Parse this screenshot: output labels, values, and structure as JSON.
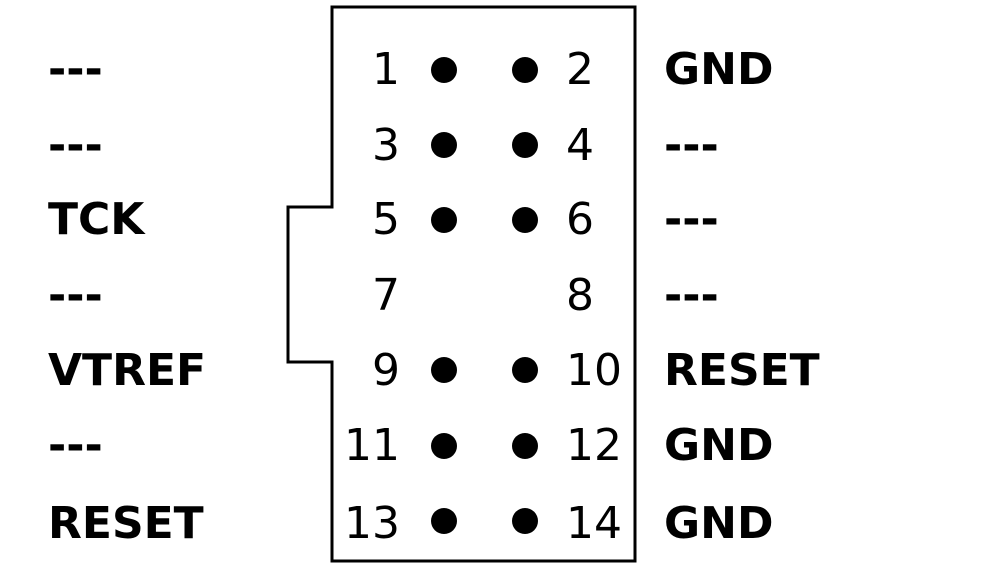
{
  "pins": [
    {
      "number": "1",
      "left_signal": "---",
      "right_number": "2",
      "right_signal": "GND",
      "pins_present": true
    },
    {
      "number": "3",
      "left_signal": "---",
      "right_number": "4",
      "right_signal": "---",
      "pins_present": true
    },
    {
      "number": "5",
      "left_signal": "TCK",
      "right_number": "6",
      "right_signal": "---",
      "pins_present": true
    },
    {
      "number": "7",
      "left_signal": "---",
      "right_number": "8",
      "right_signal": "---",
      "pins_present": false
    },
    {
      "number": "9",
      "left_signal": "VTREF",
      "right_number": "10",
      "right_signal": "RESET",
      "pins_present": true
    },
    {
      "number": "11",
      "left_signal": "---",
      "right_number": "12",
      "right_signal": "GND",
      "pins_present": true
    },
    {
      "number": "13",
      "left_signal": "RESET",
      "right_number": "14",
      "right_signal": "GND",
      "pins_present": true
    }
  ],
  "colors": {
    "line": "#000000",
    "background": "#ffffff"
  }
}
